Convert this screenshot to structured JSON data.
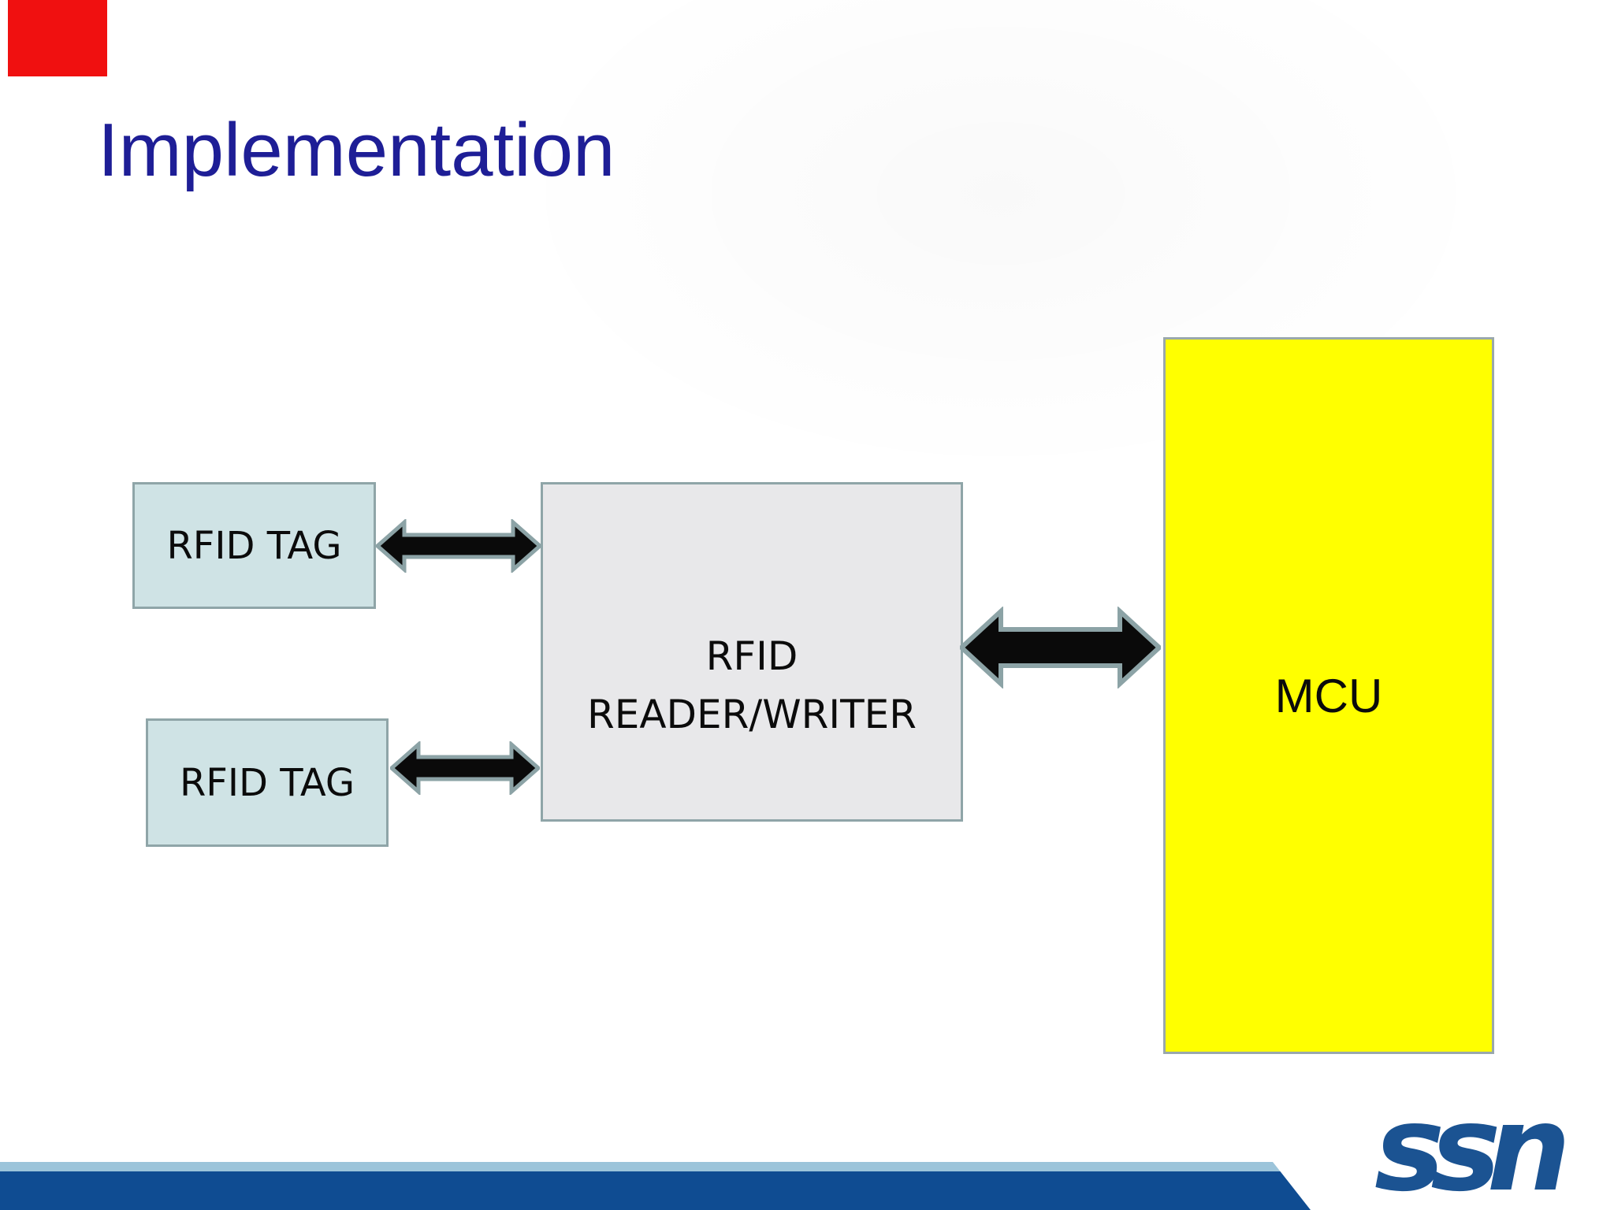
{
  "slide": {
    "title": "Implementation"
  },
  "diagram": {
    "tags": [
      {
        "label": "RFID TAG"
      },
      {
        "label": "RFID TAG"
      }
    ],
    "reader": {
      "line1": "RFID",
      "line2": "READER/WRITER"
    },
    "mcu": {
      "label": "MCU"
    },
    "arrow_icons": [
      "double-arrow",
      "double-arrow",
      "double-arrow"
    ]
  },
  "footer": {
    "logo_text": "ssn"
  },
  "colors": {
    "title_text": "#1e1e96",
    "tag_fill": "#cfe3e5",
    "reader_fill": "#e8e8ea",
    "mcu_fill": "#ffff00",
    "box_border": "#8fa5a8",
    "arrow_fill": "#0a0a0a",
    "arrow_outline": "#8ca3a6",
    "bar_dark_blue": "#0f4c92",
    "bar_light_blue": "#9cc4da",
    "logo_blue": "#1b5392",
    "marker_red": "#f01010"
  }
}
